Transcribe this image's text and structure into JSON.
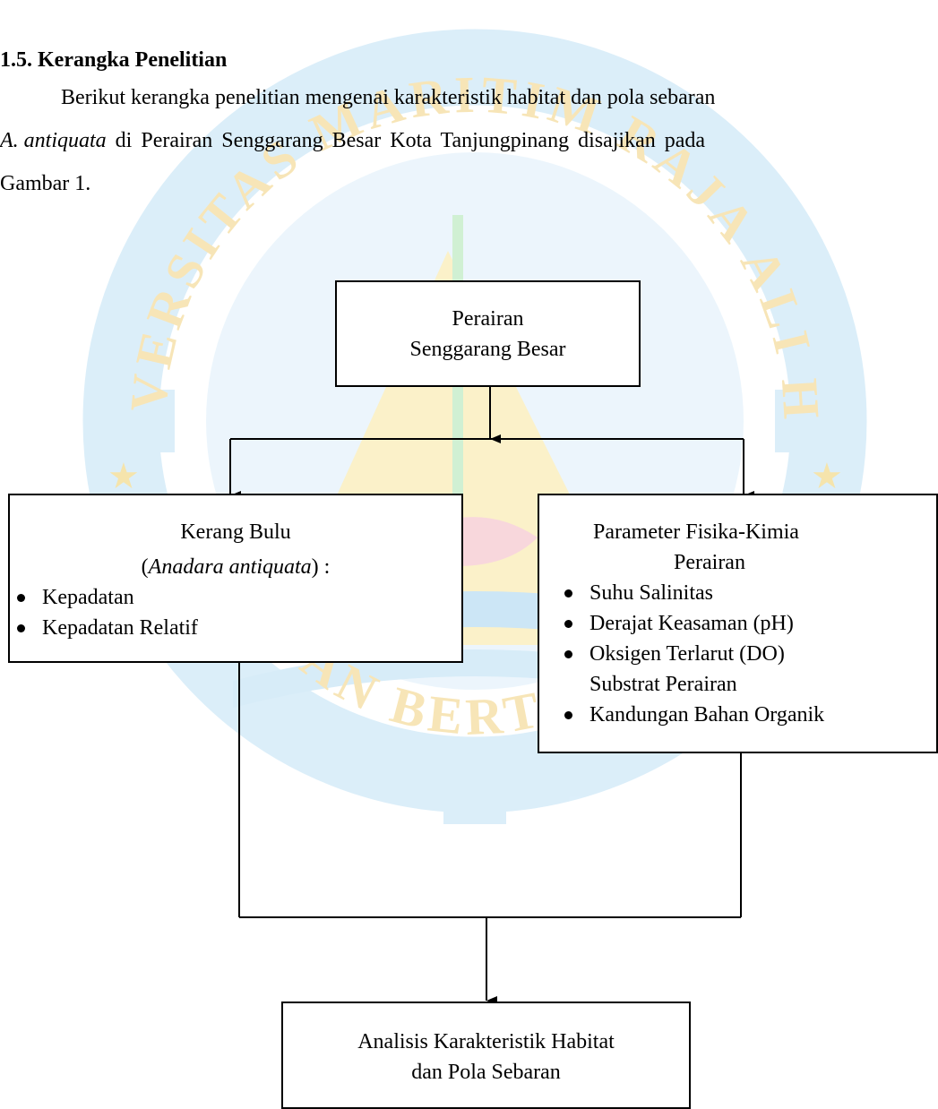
{
  "section": {
    "heading": "1.5. Kerangka Penelitian",
    "para_line1": "Berikut kerangka penelitian mengenai karakteristik habitat dan pola sebaran",
    "para_line2_italic": "A. antiquata",
    "para_line2_rest": " di Perairan Senggarang Besar Kota Tanjungpinang disajikan pada",
    "para_line3": "Gambar 1."
  },
  "diagram": {
    "top_box": {
      "line1": "Perairan",
      "line2": "Senggarang Besar"
    },
    "left_box": {
      "title": "Kerang Bulu",
      "species_open": "(",
      "species_italic": "Anadara antiquata",
      "species_close": ") :",
      "items": [
        "Kepadatan",
        "Kepadatan Relatif"
      ]
    },
    "right_box": {
      "title_line1": "Parameter Fisika-Kimia",
      "title_line2": "Perairan",
      "items": [
        {
          "text": "Suhu Salinitas",
          "bullet": true
        },
        {
          "text": "Derajat Keasaman (pH)",
          "bullet": true
        },
        {
          "text": "Oksigen Terlarut (DO)",
          "bullet": true
        },
        {
          "text": "Substrat Perairan",
          "bullet": false
        },
        {
          "text": "Kandungan Bahan Organik",
          "bullet": true
        }
      ]
    },
    "bottom_box": {
      "line1": "Analisis Karakteristik Habitat",
      "line2": "dan Pola Sebaran"
    }
  },
  "watermark": {
    "arc_text_top": "UNIVERSITAS MARITIM RAJA ALI HAJI",
    "arc_text_bottom": "DAN BERTANYA",
    "colors": {
      "ring": "#cfe8f7",
      "gold": "#f7e6a6",
      "text": "#f7e3b0",
      "green": "#c9efc9",
      "red": "#f6c8cf"
    }
  }
}
